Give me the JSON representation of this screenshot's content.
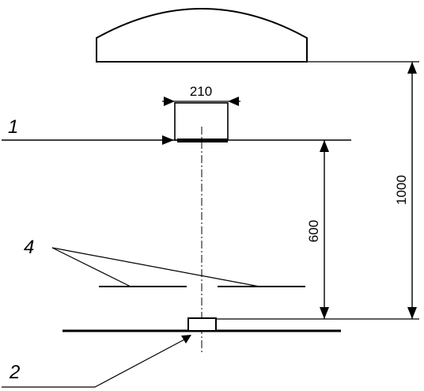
{
  "diagram": {
    "dimensions": {
      "width_label": "210",
      "distance_1_label": "600",
      "distance_2_label": "1000"
    },
    "callouts": {
      "label_1": "1",
      "label_2": "2",
      "label_4": "4"
    },
    "colors": {
      "stroke": "#000000",
      "background": "#ffffff"
    }
  }
}
